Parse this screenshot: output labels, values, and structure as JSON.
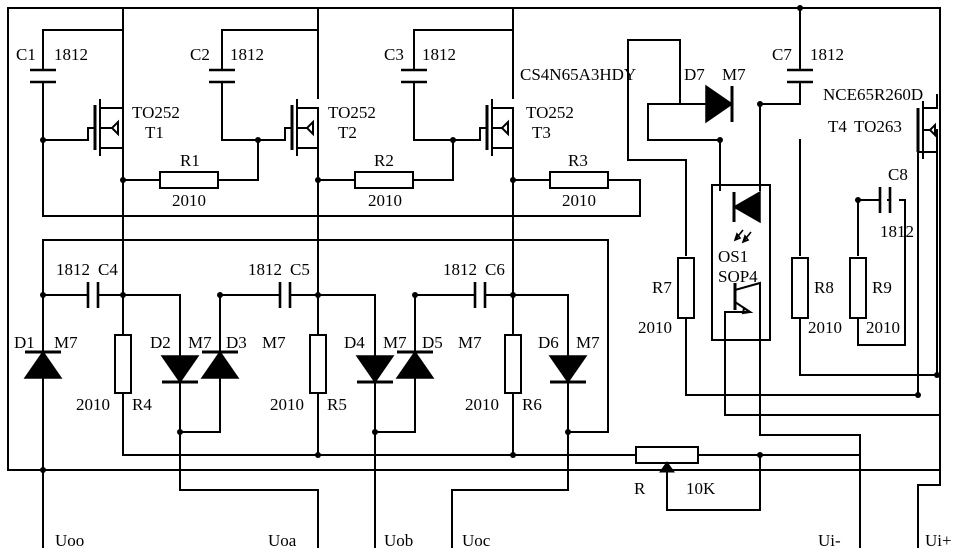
{
  "capacitors": {
    "c1": {
      "name": "C1",
      "pkg": "1812"
    },
    "c2": {
      "name": "C2",
      "pkg": "1812"
    },
    "c3": {
      "name": "C3",
      "pkg": "1812"
    },
    "c4": {
      "name": "C4",
      "pkg": "1812"
    },
    "c5": {
      "name": "C5",
      "pkg": "1812"
    },
    "c6": {
      "name": "C6",
      "pkg": "1812"
    },
    "c7": {
      "name": "C7",
      "pkg": "1812"
    },
    "c8": {
      "name": "C8",
      "pkg": "1812"
    }
  },
  "transistors": {
    "t1": {
      "name": "T1",
      "pkg": "TO252"
    },
    "t2": {
      "name": "T2",
      "pkg": "TO252"
    },
    "t3": {
      "name": "T3",
      "pkg": "TO252"
    },
    "t4": {
      "name": "T4",
      "pkg": "TO263"
    },
    "part_t123": "CS4N65A3HDY",
    "part_t4": "NCE65R260D"
  },
  "resistors": {
    "r1": {
      "name": "R1",
      "pkg": "2010"
    },
    "r2": {
      "name": "R2",
      "pkg": "2010"
    },
    "r3": {
      "name": "R3",
      "pkg": "2010"
    },
    "r4": {
      "name": "R4",
      "pkg": "2010"
    },
    "r5": {
      "name": "R5",
      "pkg": "2010"
    },
    "r6": {
      "name": "R6",
      "pkg": "2010"
    },
    "r7": {
      "name": "R7",
      "pkg": "2010"
    },
    "r8": {
      "name": "R8",
      "pkg": "2010"
    },
    "r9": {
      "name": "R9",
      "pkg": "2010"
    },
    "pot": {
      "name": "R",
      "value": "10K"
    }
  },
  "diodes": {
    "d1": {
      "name": "D1",
      "type": "M7"
    },
    "d2": {
      "name": "D2",
      "type": "M7"
    },
    "d3": {
      "name": "D3",
      "type": "M7"
    },
    "d4": {
      "name": "D4",
      "type": "M7"
    },
    "d5": {
      "name": "D5",
      "type": "M7"
    },
    "d6": {
      "name": "D6",
      "type": "M7"
    },
    "d7": {
      "name": "D7",
      "type": "M7"
    }
  },
  "optocoupler": {
    "name": "OS1",
    "pkg": "SOP4"
  },
  "terminals": {
    "uoo": "Uoo",
    "uoa": "Uoa",
    "uob": "Uob",
    "uoc": "Uoc",
    "ui_minus": "Ui-",
    "ui_plus": "Ui+"
  }
}
